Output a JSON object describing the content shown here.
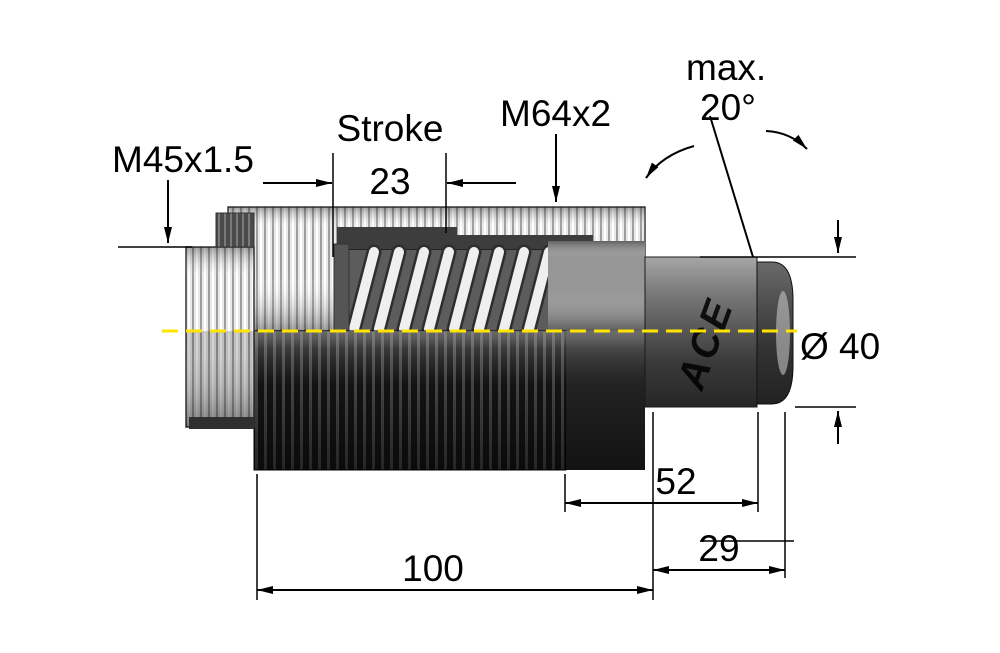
{
  "drawing": {
    "brand": "ACE",
    "colors": {
      "centerline": "#ffe400",
      "dimension_lines": "#000000",
      "body_dark": "#1a1a1a",
      "body_light": "#ededed"
    },
    "dimensions": {
      "left_thread": "M45x1.5",
      "stroke_label": "Stroke",
      "stroke_value": "23",
      "main_thread": "M64x2",
      "max_label": "max.",
      "max_angle": "20°",
      "diameter": "Ø 40",
      "rear_length": "52",
      "cap_length": "29",
      "body_length": "100"
    }
  }
}
